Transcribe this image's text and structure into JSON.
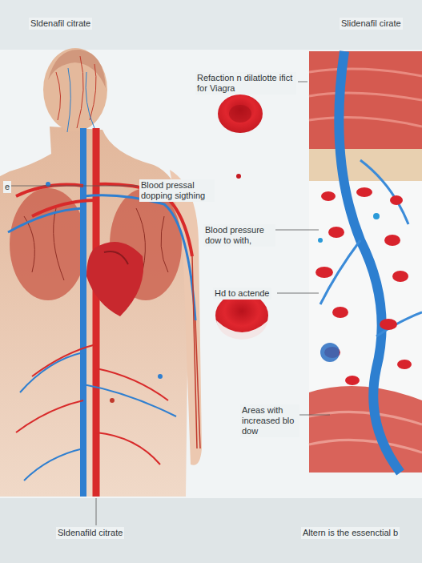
{
  "diagram": {
    "labels": [
      "Sldenafil citrate",
      "Slidenafil cirate",
      "Refaction n dilatlotte ifict for Viagra",
      "Blood pressal dopping sigthing",
      "e",
      "Blood pressure dow to with,",
      "Hd to actende",
      "Areas with increased blo dow",
      "Sldenafild citrate",
      "Altern is the essenctial b"
    ]
  }
}
